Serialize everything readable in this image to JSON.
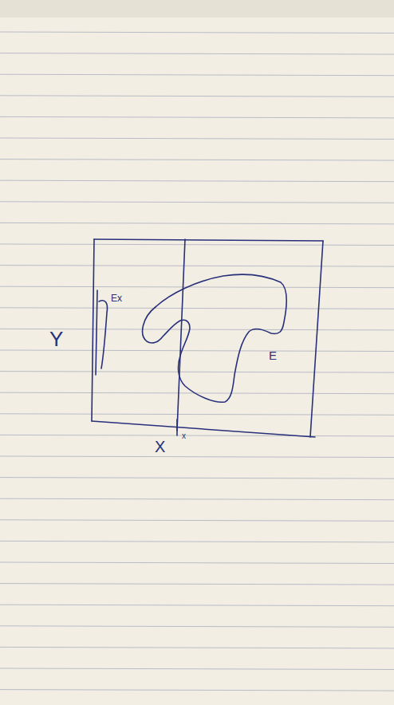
{
  "diagram": {
    "labels": [
      "Y",
      "X",
      "x",
      "Ex",
      "E"
    ]
  }
}
